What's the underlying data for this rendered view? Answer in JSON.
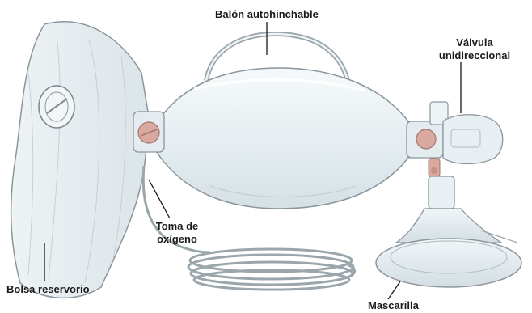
{
  "labels": {
    "balon": "Balón autohinchable",
    "valvula_1": "Válvula",
    "valvula_2": "unidireccional",
    "toma_1": "Toma de",
    "toma_2": "oxígeno",
    "bolsa": "Bolsa reservorio",
    "mascarilla": "Mascarilla"
  },
  "colors": {
    "plastic_fill": "#e9f0f3",
    "plastic_edge": "#8a969c",
    "valve_pink": "#d9a9a0",
    "leader_line": "#1a1a1a"
  }
}
